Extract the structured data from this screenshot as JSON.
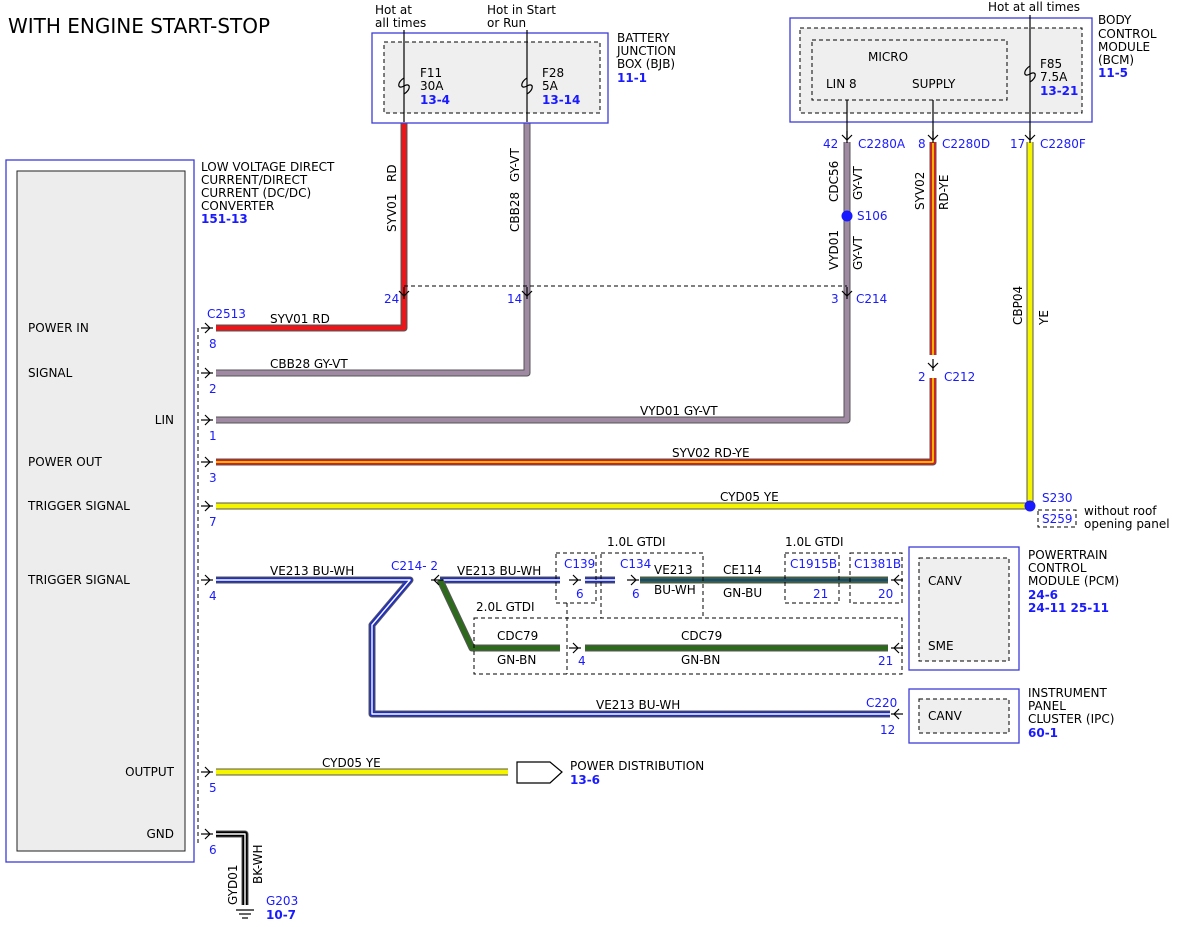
{
  "title": "WITH ENGINE START-STOP",
  "colors": {
    "RD": "#e8171b",
    "GY-VT": "#a08aa3",
    "RD-YE": "#e8171b",
    "YE": "#f5f500",
    "BU-WH": "#1f2ec8",
    "GN-BN": "#2e6a1e",
    "GN-BU": "#2e6a1e",
    "BK-WH": "#000000",
    "outline": "#555555"
  },
  "modules": {
    "bjb": {
      "label": [
        "BATTERY",
        "JUNCTION",
        "BOX (BJB)"
      ],
      "ref": "11-1",
      "hot_left": [
        "Hot at",
        "all times"
      ],
      "hot_right": [
        "Hot in Start",
        "or Run"
      ],
      "fuse1": {
        "name": "F11",
        "rating": "30A",
        "ref": "13-4"
      },
      "fuse2": {
        "name": "F28",
        "rating": "5A",
        "ref": "13-14"
      },
      "fuse_icon": "fuse-icon"
    },
    "bcm": {
      "label": [
        "BODY",
        "CONTROL",
        "MODULE",
        "(BCM)"
      ],
      "ref": "11-5",
      "hot": "Hot at all times",
      "micro": "MICRO",
      "lin": "LIN 8",
      "supply": "SUPPLY",
      "fuse": {
        "name": "F85",
        "rating": "7.5A",
        "ref": "13-21"
      },
      "fuse_icon": "fuse-icon"
    },
    "dcdc": {
      "label": [
        "LOW VOLTAGE DIRECT",
        "CURRENT/DIRECT",
        "CURRENT (DC/DC)",
        "CONVERTER"
      ],
      "ref": "151-13",
      "connector": "C2513",
      "pins": [
        {
          "name": "POWER IN",
          "num": "8"
        },
        {
          "name": "SIGNAL",
          "num": "2"
        },
        {
          "name": "LIN",
          "num": "1"
        },
        {
          "name": "POWER OUT",
          "num": "3"
        },
        {
          "name": "TRIGGER SIGNAL",
          "num": "7"
        },
        {
          "name": "TRIGGER SIGNAL",
          "num": "4"
        },
        {
          "name": "OUTPUT",
          "num": "5"
        },
        {
          "name": "GND",
          "num": "6"
        }
      ]
    },
    "pcm": {
      "label": [
        "POWERTRAIN",
        "CONTROL",
        "MODULE (PCM)"
      ],
      "refs": [
        "24-6",
        "24-11 25-11"
      ],
      "canv": "CANV",
      "sme": "SME",
      "pin_canv": "20",
      "pin_sme": "21",
      "conn": "C1381B"
    },
    "ipc": {
      "label": [
        "INSTRUMENT",
        "PANEL",
        "CLUSTER (IPC)"
      ],
      "ref": "60-1",
      "canv": "CANV",
      "conn": "C220",
      "pin": "12"
    }
  },
  "connectors": {
    "c214": "C214",
    "c214_pins": [
      "24",
      "14",
      "3"
    ],
    "c2280a": {
      "name": "C2280A",
      "pin": "42"
    },
    "c2280d": {
      "name": "C2280D",
      "pin": "8"
    },
    "c2280f": {
      "name": "C2280F",
      "pin": "17"
    },
    "c212": {
      "name": "C212",
      "pin": "2"
    },
    "s106": "S106",
    "s230": "S230",
    "s259": "S259",
    "s259_note": [
      "without roof",
      "opening panel"
    ],
    "c214_2": "C214",
    "c214_2_pin": "2",
    "c139": {
      "name": "C139",
      "pin": "6"
    },
    "c134": {
      "name": "C134",
      "pin": "6"
    },
    "c1915b": {
      "name": "C1915B",
      "pin": "21"
    },
    "c1381b_pin4": "4",
    "gtdi_10_a": "1.0L GTDI",
    "gtdi_10_b": "1.0L GTDI",
    "gtdi_20": "2.0L GTDI",
    "g203": "G203",
    "g203_ref": "10-7",
    "power_dist": "POWER DISTRIBUTION",
    "power_dist_ref": "13-6"
  },
  "wires": {
    "syv01": {
      "circuit": "SYV01",
      "color": "RD"
    },
    "cbb28": {
      "circuit": "CBB28",
      "color": "GY-VT"
    },
    "cdc56": {
      "circuit": "CDC56",
      "color": "GY-VT"
    },
    "vyd01": {
      "circuit": "VYD01",
      "color": "GY-VT"
    },
    "syv02": {
      "circuit": "SYV02",
      "color": "RD-YE"
    },
    "cbp04": {
      "circuit": "CBP04",
      "color": "YE"
    },
    "cyd05": {
      "circuit": "CYD05",
      "color": "YE"
    },
    "ve213": {
      "circuit": "VE213",
      "color": "BU-WH"
    },
    "ce114": {
      "circuit": "CE114",
      "color": "GN-BU"
    },
    "cdc79": {
      "circuit": "CDC79",
      "color": "GN-BN"
    },
    "gyd01": {
      "circuit": "GYD01",
      "color": "BK-WH"
    }
  }
}
